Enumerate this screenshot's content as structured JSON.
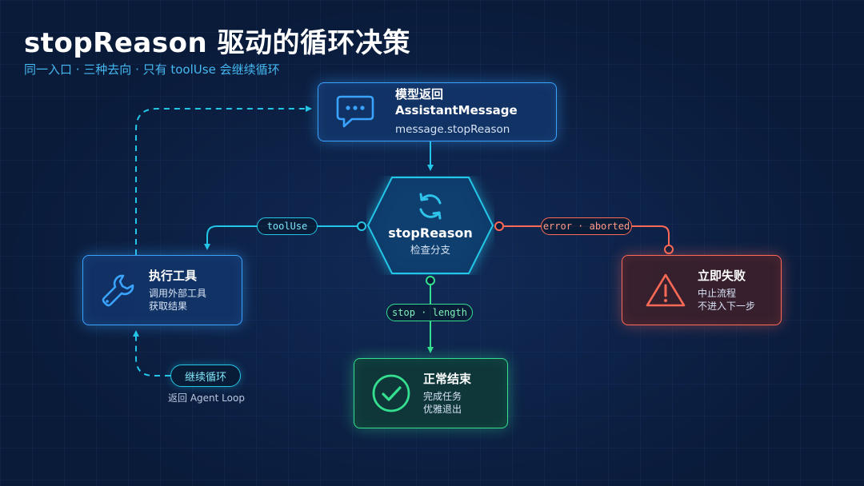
{
  "header": {
    "title": "stopReason 驱动的循环决策",
    "subtitle": "同一入口 · 三种去向 · 只有 toolUse 会继续循环"
  },
  "nodes": {
    "model": {
      "title": "模型返回 AssistantMessage",
      "sub": "message.stopReason",
      "icon": "chat-bubble-icon"
    },
    "decision": {
      "title": "stopReason",
      "sub": "检查分支",
      "icon": "refresh-icon"
    },
    "exec": {
      "title": "执行工具",
      "line1": "调用外部工具",
      "line2": "获取结果",
      "icon": "wrench-icon"
    },
    "fail": {
      "title": "立即失败",
      "line1": "中止流程",
      "line2": "不进入下一步",
      "icon": "warning-icon"
    },
    "end": {
      "title": "正常结束",
      "line1": "完成任务",
      "line2": "优雅退出",
      "icon": "check-circle-icon"
    }
  },
  "edges": {
    "tool": "toolUse",
    "error": "error · aborted",
    "stop": "stop · length",
    "continue": "继续循环",
    "continue_note": "返回 Agent Loop"
  },
  "colors": {
    "background": "#0a1b3a",
    "blue": "#3aa3ff",
    "cyan": "#24c6e8",
    "green": "#34e08f",
    "red": "#ff6a57",
    "subtitle": "#45b8f0"
  }
}
